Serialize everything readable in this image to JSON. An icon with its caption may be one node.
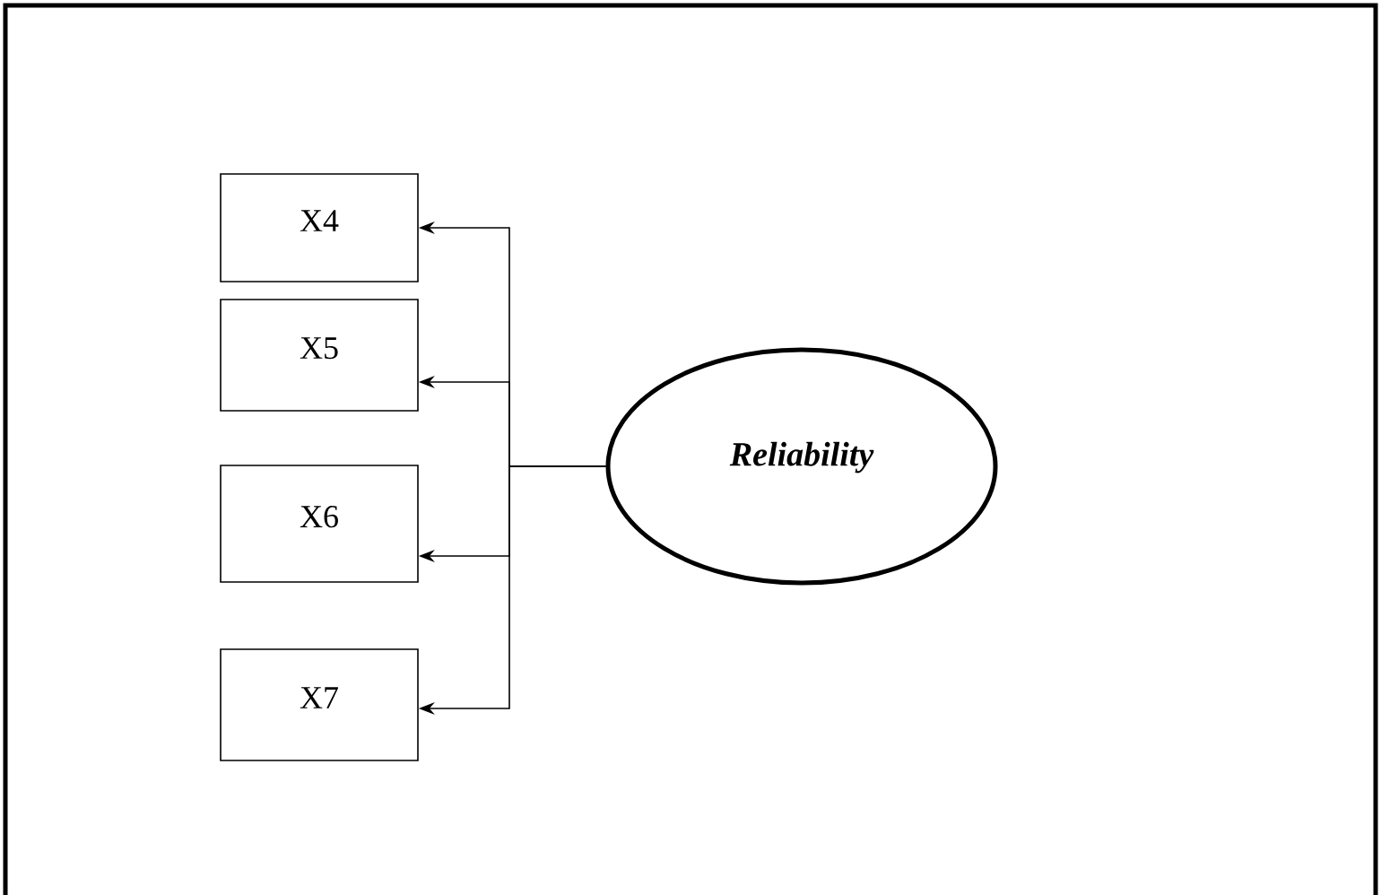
{
  "diagram": {
    "nodes": [
      {
        "text": [
          "X4"
        ]
      },
      {
        "text": [
          "X5"
        ]
      },
      {
        "text": [
          "X6"
        ]
      },
      {
        "text": [
          "X7"
        ]
      },
      {
        "text": [
          "Reliability"
        ]
      }
    ],
    "edges": [
      {
        "from": 4,
        "to": 0,
        "arrow": "to"
      },
      {
        "from": 4,
        "to": 1,
        "arrow": "to"
      },
      {
        "from": 4,
        "to": 2,
        "arrow": "to"
      },
      {
        "from": 4,
        "to": 3,
        "arrow": "to"
      }
    ]
  }
}
